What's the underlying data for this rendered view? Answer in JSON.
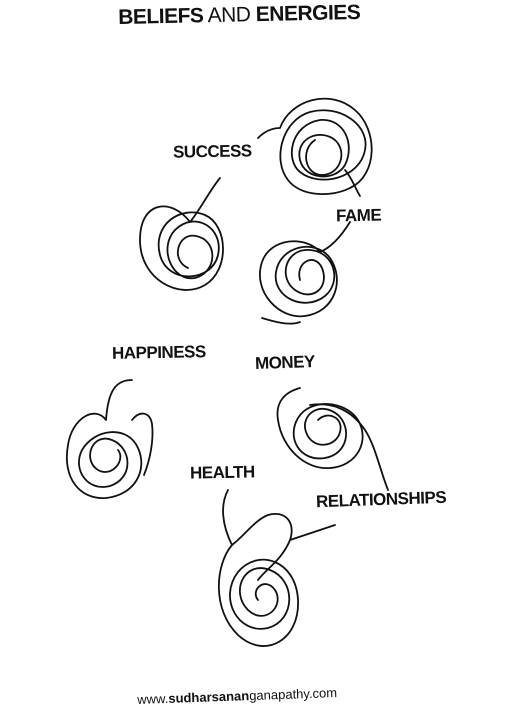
{
  "title": {
    "part1": "BELIEFS",
    "part2": "AND",
    "part3": "ENERGIES"
  },
  "labels": {
    "success": "SUCCESS",
    "fame": "FAME",
    "happiness": "HAPPINESS",
    "money": "MONEY",
    "health": "HEALTH",
    "relationships": "RELATIONSHIPS"
  },
  "footer": {
    "prefix": "www.",
    "name1": "sudharsanan",
    "name2": "ganapathy",
    "suffix": ".com"
  }
}
